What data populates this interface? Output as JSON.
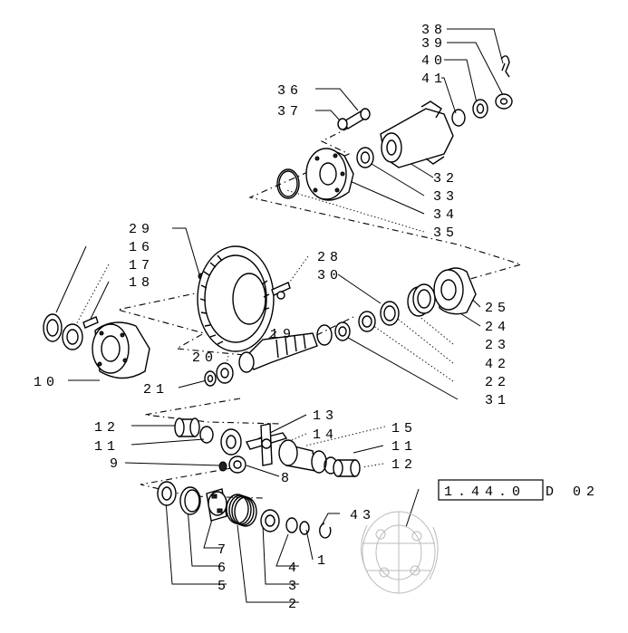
{
  "diagram": {
    "reference": {
      "boxed": "1.44.0",
      "suffix": "D 02"
    },
    "labels": [
      {
        "id": "l38",
        "text": "38"
      },
      {
        "id": "l39",
        "text": "39"
      },
      {
        "id": "l40",
        "text": "40"
      },
      {
        "id": "l41",
        "text": "41"
      },
      {
        "id": "l36",
        "text": "36"
      },
      {
        "id": "l37",
        "text": "37"
      },
      {
        "id": "l32",
        "text": "32"
      },
      {
        "id": "l33",
        "text": "33"
      },
      {
        "id": "l34",
        "text": "34"
      },
      {
        "id": "l35",
        "text": "35"
      },
      {
        "id": "l29",
        "text": "29"
      },
      {
        "id": "l16",
        "text": "16"
      },
      {
        "id": "l17",
        "text": "17"
      },
      {
        "id": "l18",
        "text": "18"
      },
      {
        "id": "l28",
        "text": "28"
      },
      {
        "id": "l30",
        "text": "30"
      },
      {
        "id": "l25",
        "text": "25"
      },
      {
        "id": "l24",
        "text": "24"
      },
      {
        "id": "l23",
        "text": "23"
      },
      {
        "id": "l42",
        "text": "42"
      },
      {
        "id": "l22",
        "text": "22"
      },
      {
        "id": "l31",
        "text": "31"
      },
      {
        "id": "l19",
        "text": "19"
      },
      {
        "id": "l20",
        "text": "20"
      },
      {
        "id": "l10",
        "text": "10"
      },
      {
        "id": "l21",
        "text": "21"
      },
      {
        "id": "l13",
        "text": "13"
      },
      {
        "id": "l14",
        "text": "14"
      },
      {
        "id": "l15",
        "text": "15"
      },
      {
        "id": "l12a",
        "text": "12"
      },
      {
        "id": "l11a",
        "text": "11"
      },
      {
        "id": "l11b",
        "text": "11"
      },
      {
        "id": "l12b",
        "text": "12"
      },
      {
        "id": "l9",
        "text": "9"
      },
      {
        "id": "l8",
        "text": "8"
      },
      {
        "id": "l43",
        "text": "43"
      },
      {
        "id": "l1",
        "text": "1"
      },
      {
        "id": "l7",
        "text": "7"
      },
      {
        "id": "l6",
        "text": "6"
      },
      {
        "id": "l5",
        "text": "5"
      },
      {
        "id": "l4",
        "text": "4"
      },
      {
        "id": "l3",
        "text": "3"
      },
      {
        "id": "l2",
        "text": "2"
      }
    ]
  }
}
